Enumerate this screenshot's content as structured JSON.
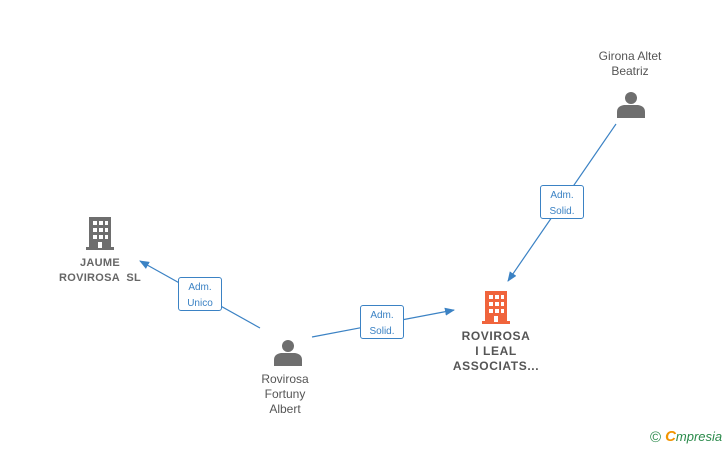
{
  "colors": {
    "edge": "#3b82c4",
    "person_icon": "#6e6e6e",
    "company_icon": "#6e6e6e",
    "focus_company_icon": "#f0643c",
    "label_text": "#555555"
  },
  "nodes": {
    "girona": {
      "type": "person",
      "icon": "person-icon",
      "lines": [
        "Girona Altet",
        "Beatriz"
      ]
    },
    "jaume": {
      "type": "company",
      "icon": "building-icon",
      "lines": [
        "JAUME",
        "ROVIROSA  SL"
      ]
    },
    "rovirosa_leal": {
      "type": "company",
      "focus": true,
      "icon": "building-icon",
      "lines": [
        "ROVIROSA",
        "I LEAL",
        "ASSOCIATS..."
      ]
    },
    "rovirosa_fortuny": {
      "type": "person",
      "icon": "person-icon",
      "lines": [
        "Rovirosa",
        "Fortuny",
        "Albert"
      ]
    }
  },
  "edges": {
    "girona_to_leal": {
      "from": "girona",
      "to": "rovirosa_leal",
      "lines": [
        "Adm.",
        "Solid."
      ]
    },
    "fortuny_to_jaume": {
      "from": "rovirosa_fortuny",
      "to": "jaume",
      "lines": [
        "Adm.",
        "Unico"
      ]
    },
    "fortuny_to_leal": {
      "from": "rovirosa_fortuny",
      "to": "rovirosa_leal",
      "lines": [
        "Adm.",
        "Solid."
      ]
    }
  },
  "watermark": {
    "copyright": "©",
    "brand_initial": "C",
    "brand_rest": "mpresia"
  }
}
